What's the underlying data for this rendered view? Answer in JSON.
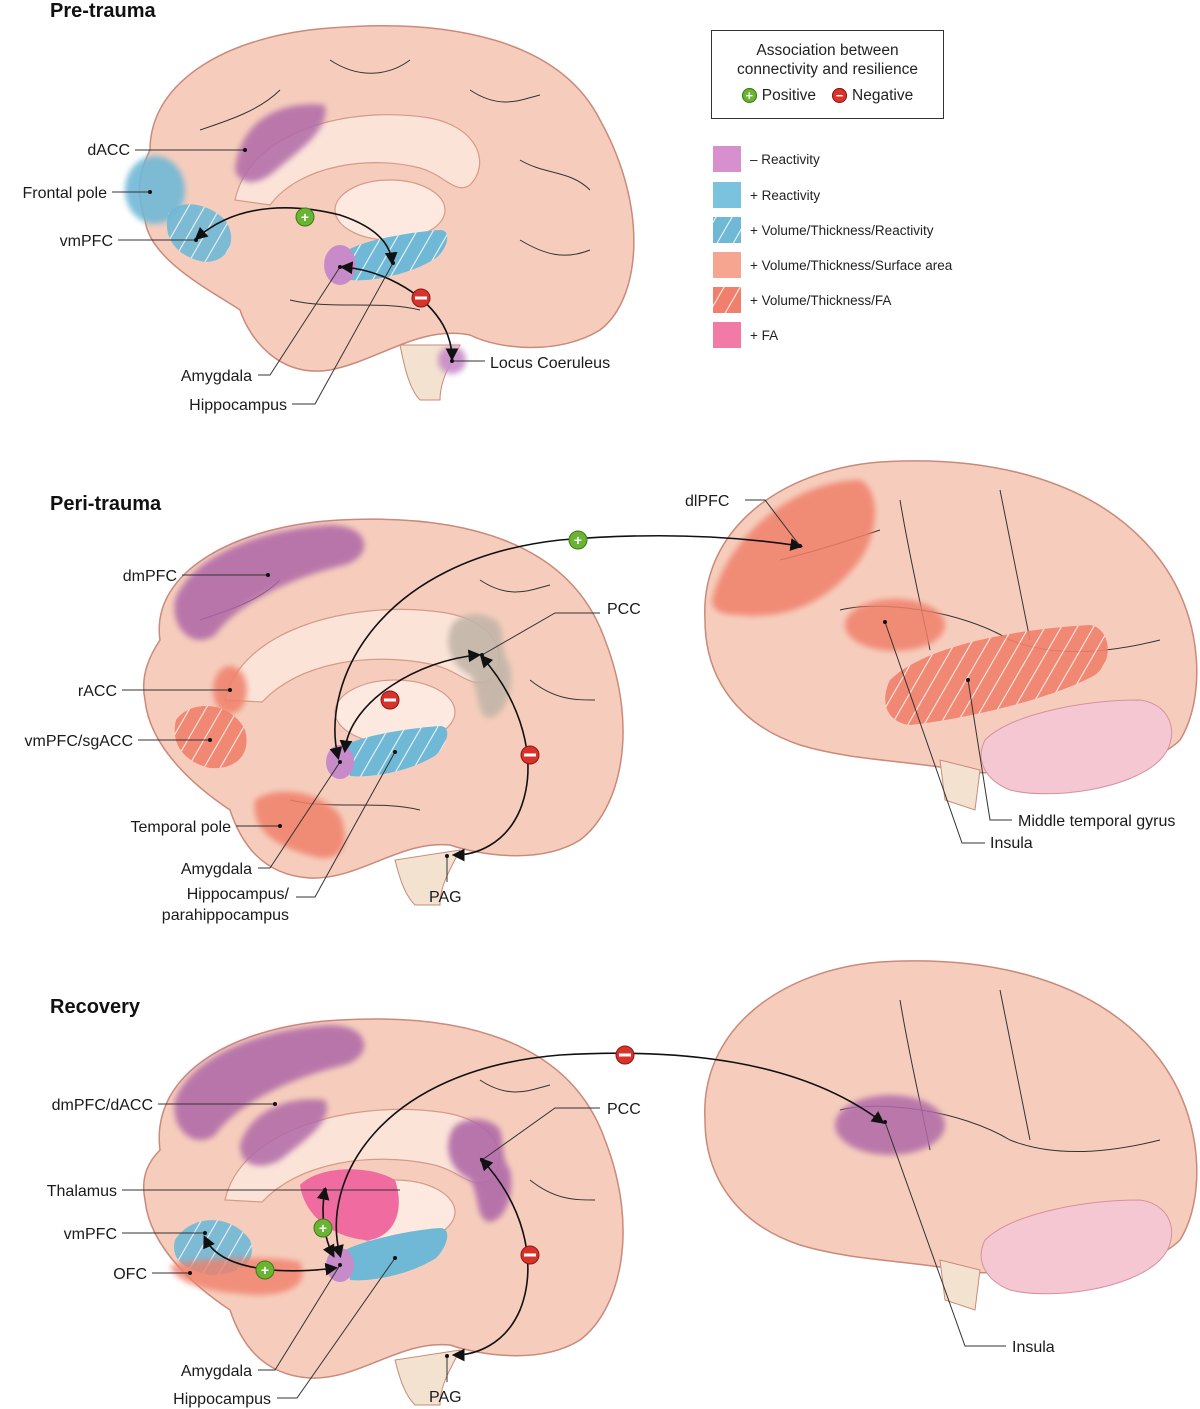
{
  "panels": {
    "pre": {
      "title": "Pre-trauma"
    },
    "peri": {
      "title": "Peri-trauma"
    },
    "recovery": {
      "title": "Recovery"
    }
  },
  "legend": {
    "association_title_line1": "Association between",
    "association_title_line2": "connectivity and resilience",
    "positive_label": "Positive",
    "negative_label": "Negative",
    "positive_symbol": "+",
    "negative_symbol": "−",
    "items": [
      {
        "label": "– Reactivity",
        "color": "#d78fce"
      },
      {
        "label": "+ Reactivity",
        "color": "#79c3df"
      },
      {
        "label": "+ Volume/Thickness/Reactivity",
        "color": "#79c3df",
        "hatched": true
      },
      {
        "label": "+ Volume/Thickness/Surface area",
        "color": "#f6a590"
      },
      {
        "label": "+ Volume/Thickness/FA",
        "color": "#f6a590",
        "hatched": true
      },
      {
        "label": "+ FA",
        "color": "#f17ba6"
      }
    ]
  },
  "colors": {
    "brain_fill": "#f6cdbc",
    "brain_stroke": "#c98a7a",
    "purple": "#b06aa8",
    "blue": "#6fb8d6",
    "salmon": "#f0806b",
    "pink": "#f06ba0",
    "positive": "#6bb332",
    "negative": "#d8322b"
  },
  "labels": {
    "pre": {
      "dacc": "dACC",
      "frontal_pole": "Frontal pole",
      "vmpfc": "vmPFC",
      "amygdala": "Amygdala",
      "hippocampus": "Hippocampus",
      "locus": "Locus Coeruleus"
    },
    "peri": {
      "dmpfc": "dmPFC",
      "racc": "rACC",
      "vmpfc_sgacc": "vmPFC/sgACC",
      "temporal_pole": "Temporal pole",
      "amygdala": "Amygdala",
      "hippo_line1": "Hippocampus/",
      "hippo_line2": "parahippocampus",
      "pcc": "PCC",
      "pag": "PAG",
      "dlpfc": "dlPFC",
      "mtg": "Middle temporal gyrus",
      "insula": "Insula"
    },
    "recovery": {
      "dmpfc_dacc": "dmPFC/dACC",
      "thalamus": "Thalamus",
      "vmpfc": "vmPFC",
      "ofc": "OFC",
      "amygdala": "Amygdala",
      "hippocampus": "Hippocampus",
      "pcc": "PCC",
      "pag": "PAG",
      "insula": "Insula"
    }
  }
}
